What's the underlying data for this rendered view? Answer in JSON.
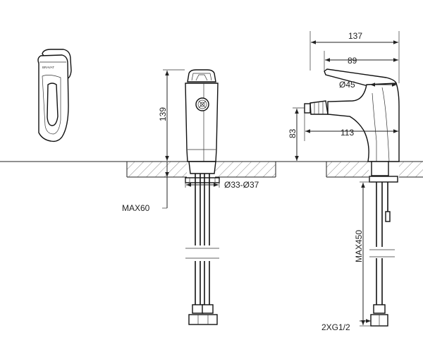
{
  "dimensions": {
    "width_total": "137",
    "width_spout": "89",
    "spout_diameter": "Ø45",
    "spout_reach": "113",
    "spout_height": "83",
    "body_height": "139",
    "mount_hole": "Ø33-Ø37",
    "max_deck": "MAX60",
    "max_hose": "MAX450",
    "connection": "2XG1/2"
  },
  "logo_text": "BRAVAT",
  "colors": {
    "line": "#111111",
    "hatch": "#555555",
    "background": "#ffffff"
  }
}
